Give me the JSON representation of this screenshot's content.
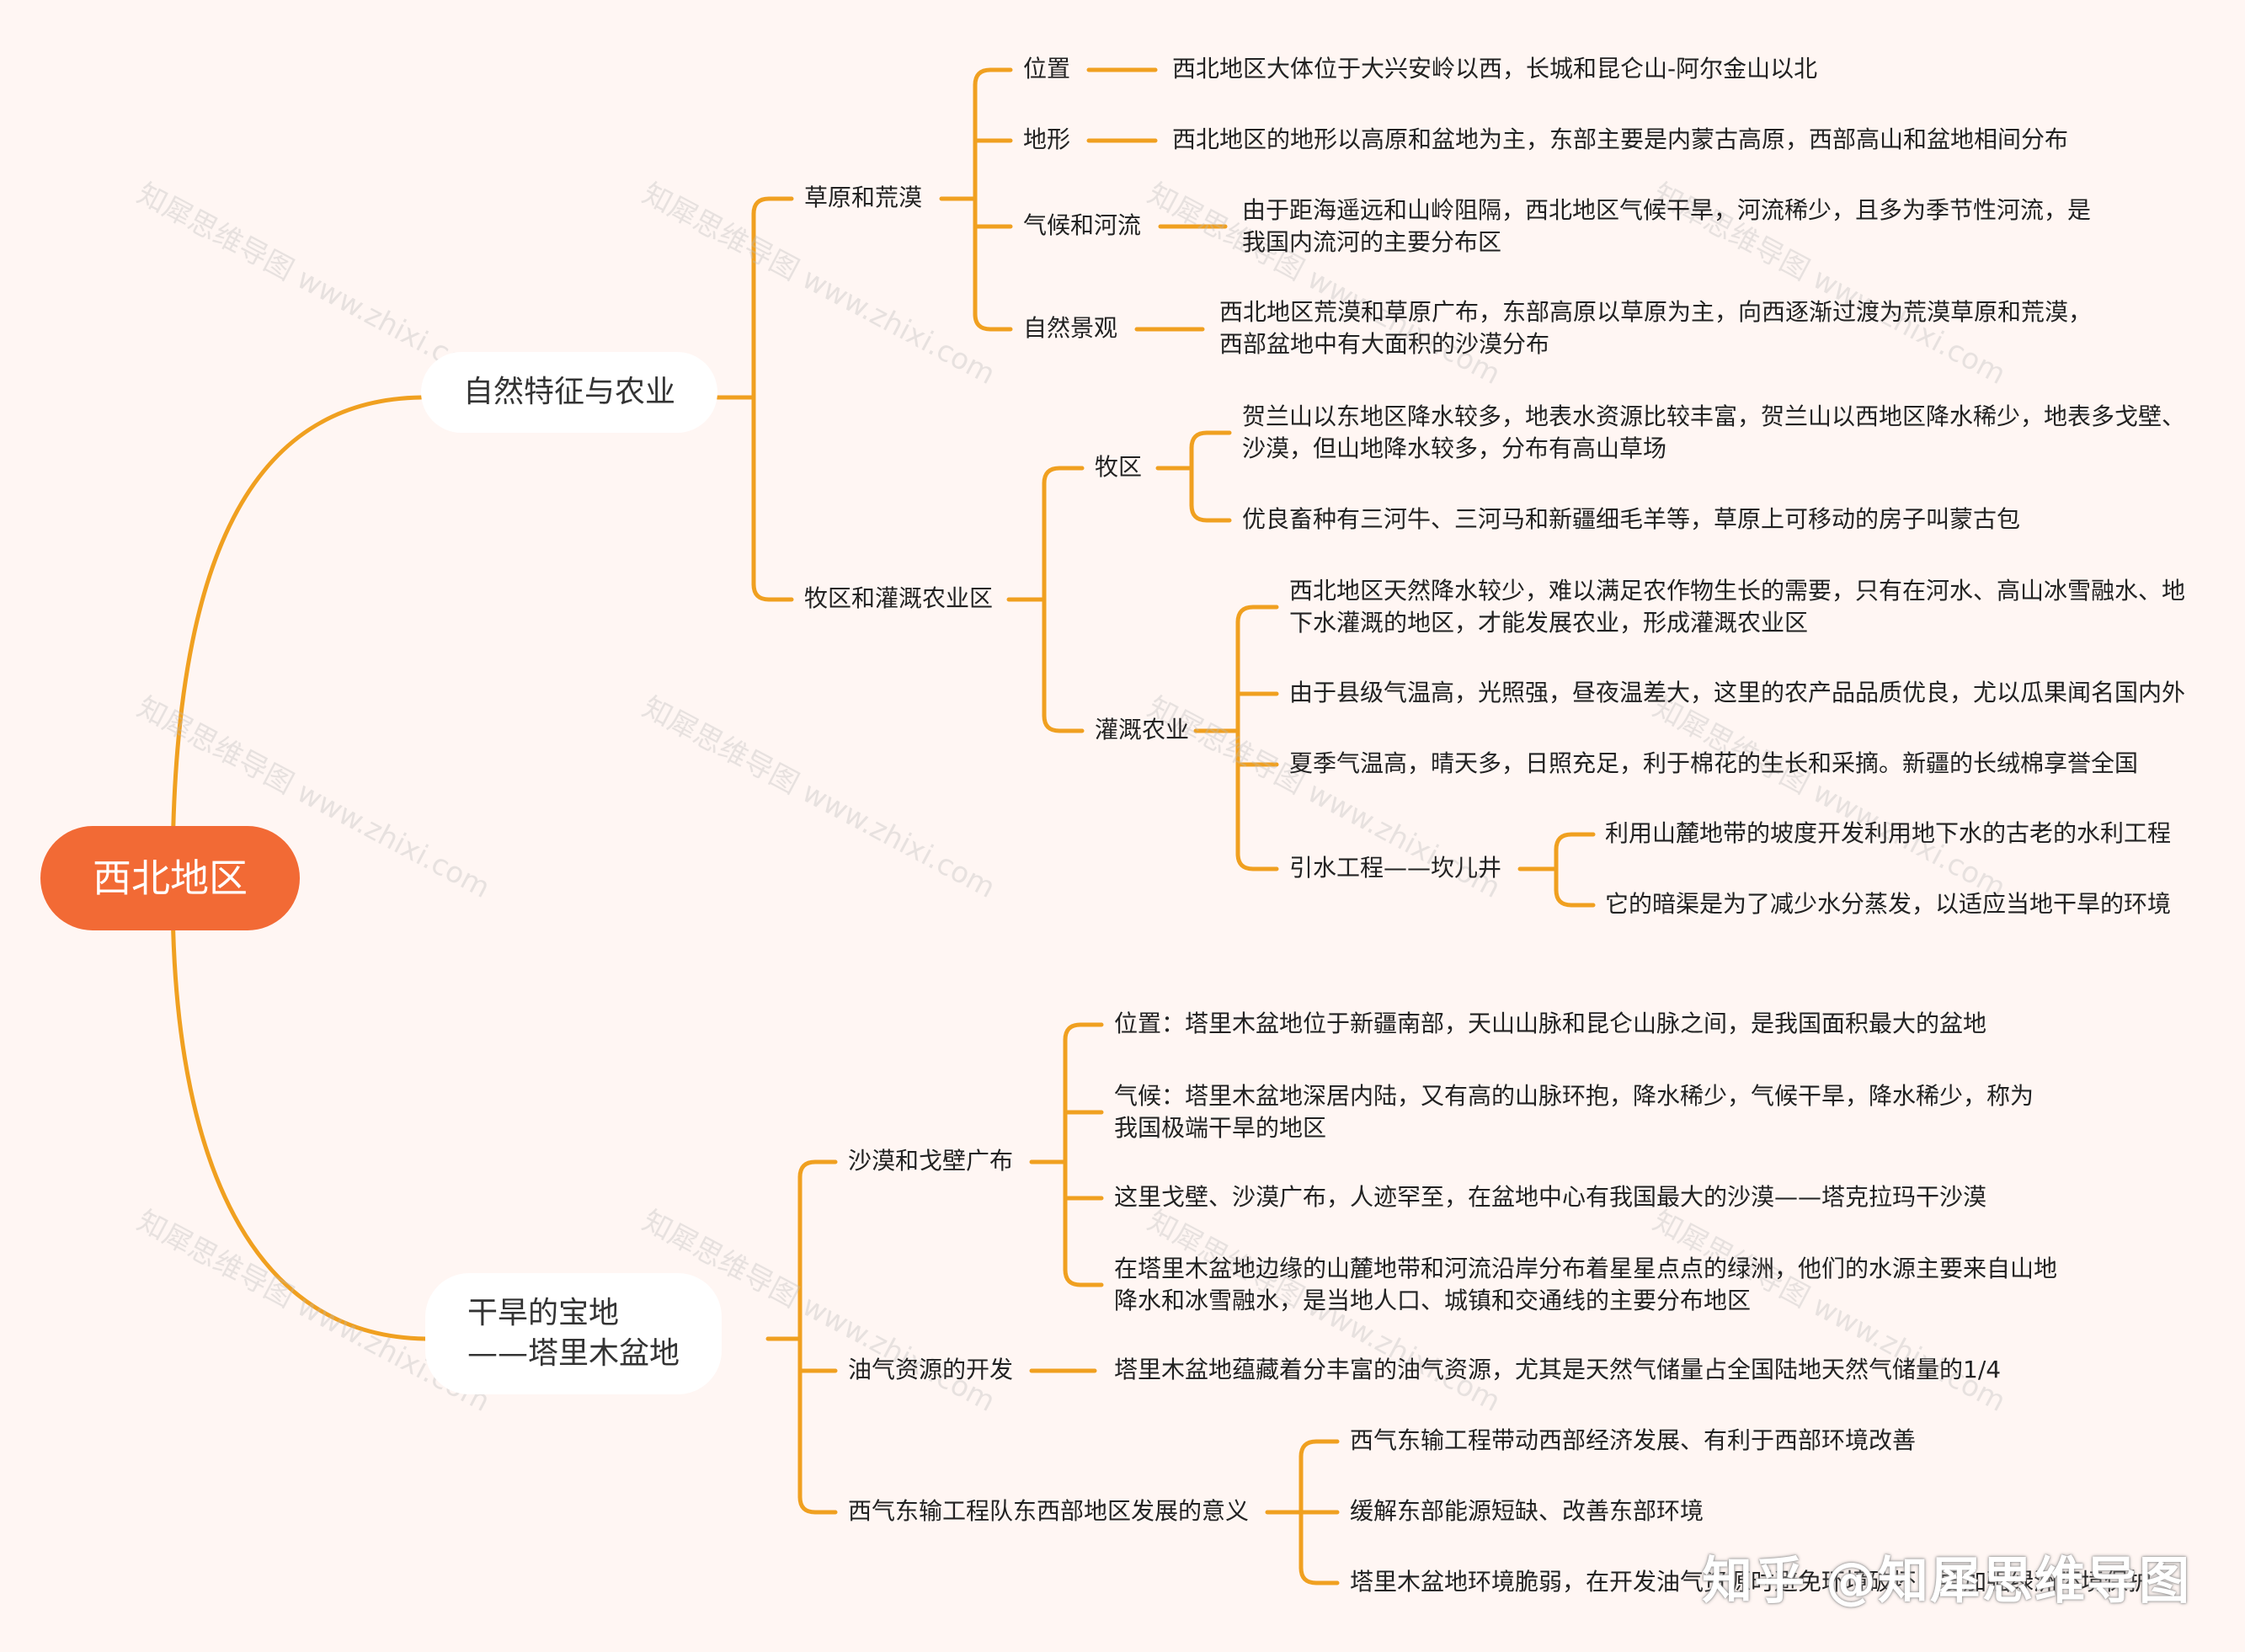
{
  "root": {
    "label": "西北地区"
  },
  "branches": [
    {
      "label": "自然特征与农业",
      "children": [
        {
          "label": "草原和荒漠",
          "children": [
            {
              "label": "位置",
              "leaves": [
                "西北地区大体位于大兴安岭以西，长城和昆仑山-阿尔金山以北"
              ]
            },
            {
              "label": "地形",
              "leaves": [
                "西北地区的地形以高原和盆地为主，东部主要是内蒙古高原，西部高山和盆地相间分布"
              ]
            },
            {
              "label": "气候和河流",
              "leaves": [
                "由于距海遥远和山岭阻隔，西北地区气候干旱，河流稀少，且多为季节性河流，是\n我国内流河的主要分布区"
              ]
            },
            {
              "label": "自然景观",
              "leaves": [
                "西北地区荒漠和草原广布，东部高原以草原为主，向西逐渐过渡为荒漠草原和荒漠，\n西部盆地中有大面积的沙漠分布"
              ]
            }
          ]
        },
        {
          "label": "牧区和灌溉农业区",
          "children": [
            {
              "label": "牧区",
              "leaves": [
                "贺兰山以东地区降水较多，地表水资源比较丰富，贺兰山以西地区降水稀少，地表多戈壁、\n沙漠，但山地降水较多，分布有高山草场",
                "优良畜种有三河牛、三河马和新疆细毛羊等，草原上可移动的房子叫蒙古包"
              ]
            },
            {
              "label": "灌溉农业",
              "leaves": [
                "西北地区天然降水较少，难以满足农作物生长的需要，只有在河水、高山冰雪融水、地\n下水灌溉的地区，才能发展农业，形成灌溉农业区",
                "由于县级气温高，光照强，昼夜温差大，这里的农产品品质优良，尤以瓜果闻名国内外",
                "夏季气温高，晴天多，日照充足，利于棉花的生长和采摘。新疆的长绒棉享誉全国"
              ],
              "sub": {
                "label": "引水工程——坎儿井",
                "leaves": [
                  "利用山麓地带的坡度开发利用地下水的古老的水利工程",
                  "它的暗渠是为了减少水分蒸发，以适应当地干旱的环境"
                ]
              }
            }
          ]
        }
      ]
    },
    {
      "label": "干旱的宝地\n——塔里木盆地",
      "children": [
        {
          "label": "沙漠和戈壁广布",
          "leaves": [
            "位置：塔里木盆地位于新疆南部，天山山脉和昆仑山脉之间，是我国面积最大的盆地",
            "气候：塔里木盆地深居内陆，又有高的山脉环抱，降水稀少，气候干旱，降水稀少，称为\n我国极端干旱的地区",
            "这里戈壁、沙漠广布，人迹罕至，在盆地中心有我国最大的沙漠——塔克拉玛干沙漠",
            "在塔里木盆地边缘的山麓地带和河流沿岸分布着星星点点的绿洲，他们的水源主要来自山地\n降水和冰雪融水，是当地人口、城镇和交通线的主要分布地区"
          ]
        },
        {
          "label": "油气资源的开发",
          "leaves": [
            "塔里木盆地蕴藏着分丰富的油气资源，尤其是天然气储量占全国陆地天然气储量的1/4"
          ]
        },
        {
          "label": "西气东输工程队东西部地区发展的意义",
          "leaves": [
            "西气东输工程带动西部经济发展、有利于西部环境改善",
            "缓解东部能源短缺、改善东部环境",
            "塔里木盆地环境脆弱，在开发油气资源时避免环境破坏，要加强绿洲环境保护"
          ]
        }
      ]
    }
  ],
  "watermark": {
    "text": "知犀思维导图 www.zhixi.com",
    "brand": "知乎 @知犀思维导图"
  },
  "colors": {
    "root": "#f26a35",
    "line": "#f0a020",
    "background": "#fff6f3"
  }
}
